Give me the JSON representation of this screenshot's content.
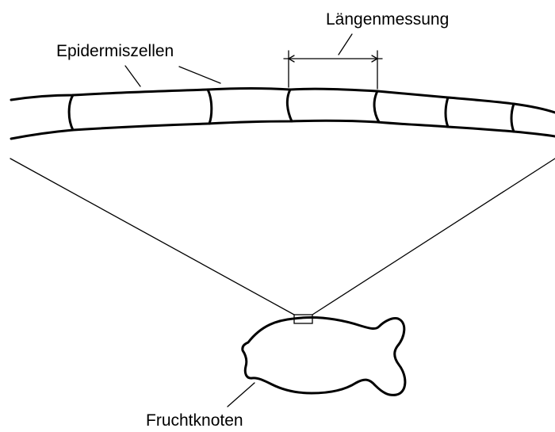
{
  "labels": {
    "length_measurement": "Längenmessung",
    "epidermal_cells": "Epidermiszellen",
    "ovary": "Fruchtknoten"
  },
  "colors": {
    "ink": "#000000",
    "background": "#ffffff"
  }
}
